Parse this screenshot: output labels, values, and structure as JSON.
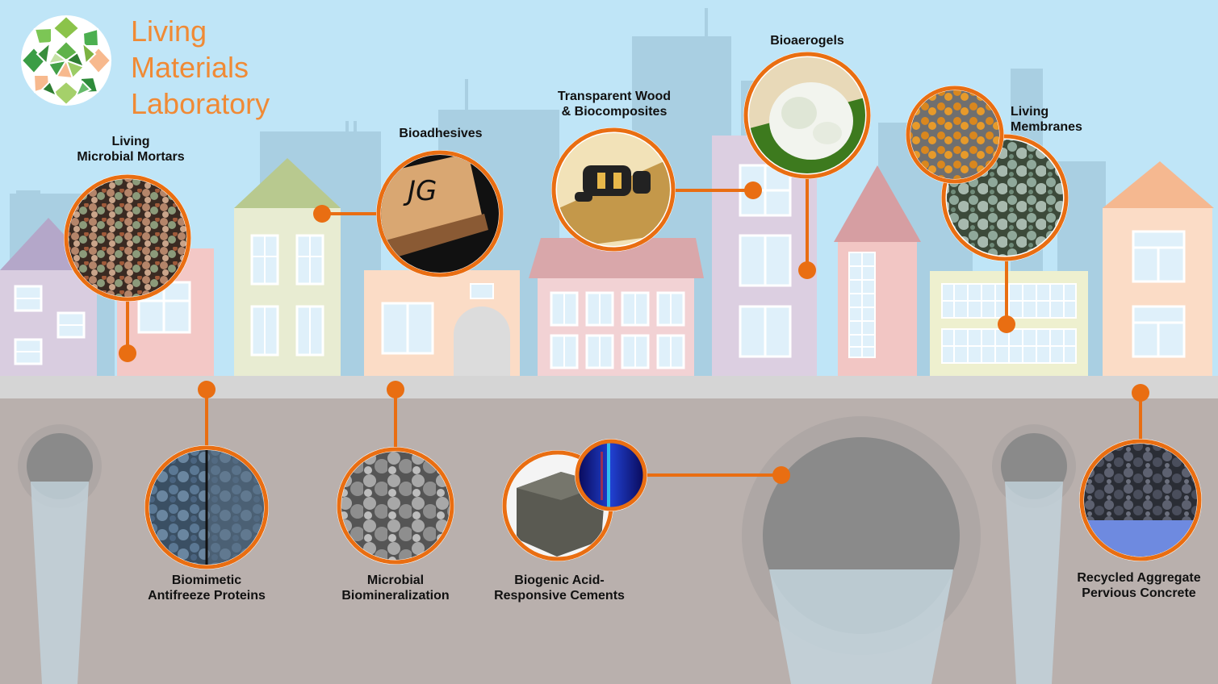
{
  "title": {
    "lines": [
      "Living",
      "Materials",
      "Laboratory"
    ]
  },
  "colors": {
    "sky": "#bfe5f7",
    "ground": "#b9b0ad",
    "sidewalk": "#d5d5d5",
    "accent_orange": "#e96e12",
    "title_orange": "#f08a35",
    "pipe_gray": "#8a8a8a"
  },
  "labels": {
    "living_microbial_mortars": [
      "Living",
      "Microbial Mortars"
    ],
    "bioadhesives": [
      "Bioadhesives"
    ],
    "transparent_wood": [
      "Transparent Wood",
      "& Biocomposites"
    ],
    "bioaerogels": [
      "Bioaerogels"
    ],
    "living_membranes": [
      "Living",
      "Membranes"
    ],
    "biomimetic_antifreeze": [
      "Biomimetic",
      "Antifreeze Proteins"
    ],
    "microbial_biomineralization": [
      "Microbial",
      "Biomineralization"
    ],
    "biogenic_cements": [
      "Biogenic Acid-",
      "Responsive Cements"
    ],
    "recycled_aggregate": [
      "Recycled Aggregate",
      "Pervious Concrete"
    ]
  },
  "icons": {
    "logo": "leaf-mosaic-logo",
    "buffalo": "cu-buffalo-logo"
  },
  "wood_sample_text": "JG"
}
